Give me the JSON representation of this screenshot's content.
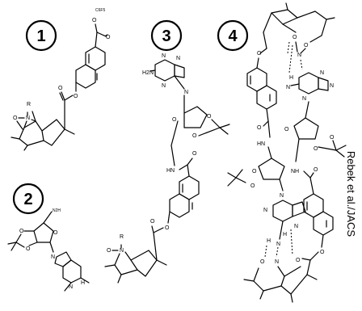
{
  "compound_numbers": [
    "1",
    "2",
    "3",
    "4"
  ],
  "atoms": {
    "c6f5": "C6F5",
    "o": "O",
    "n": "N",
    "r": "R",
    "h": "H",
    "hn": "HN",
    "nh": "NH",
    "n2h": "N2H",
    "h2n": "H2N"
  },
  "credit": "Rebek et al./JACS"
}
